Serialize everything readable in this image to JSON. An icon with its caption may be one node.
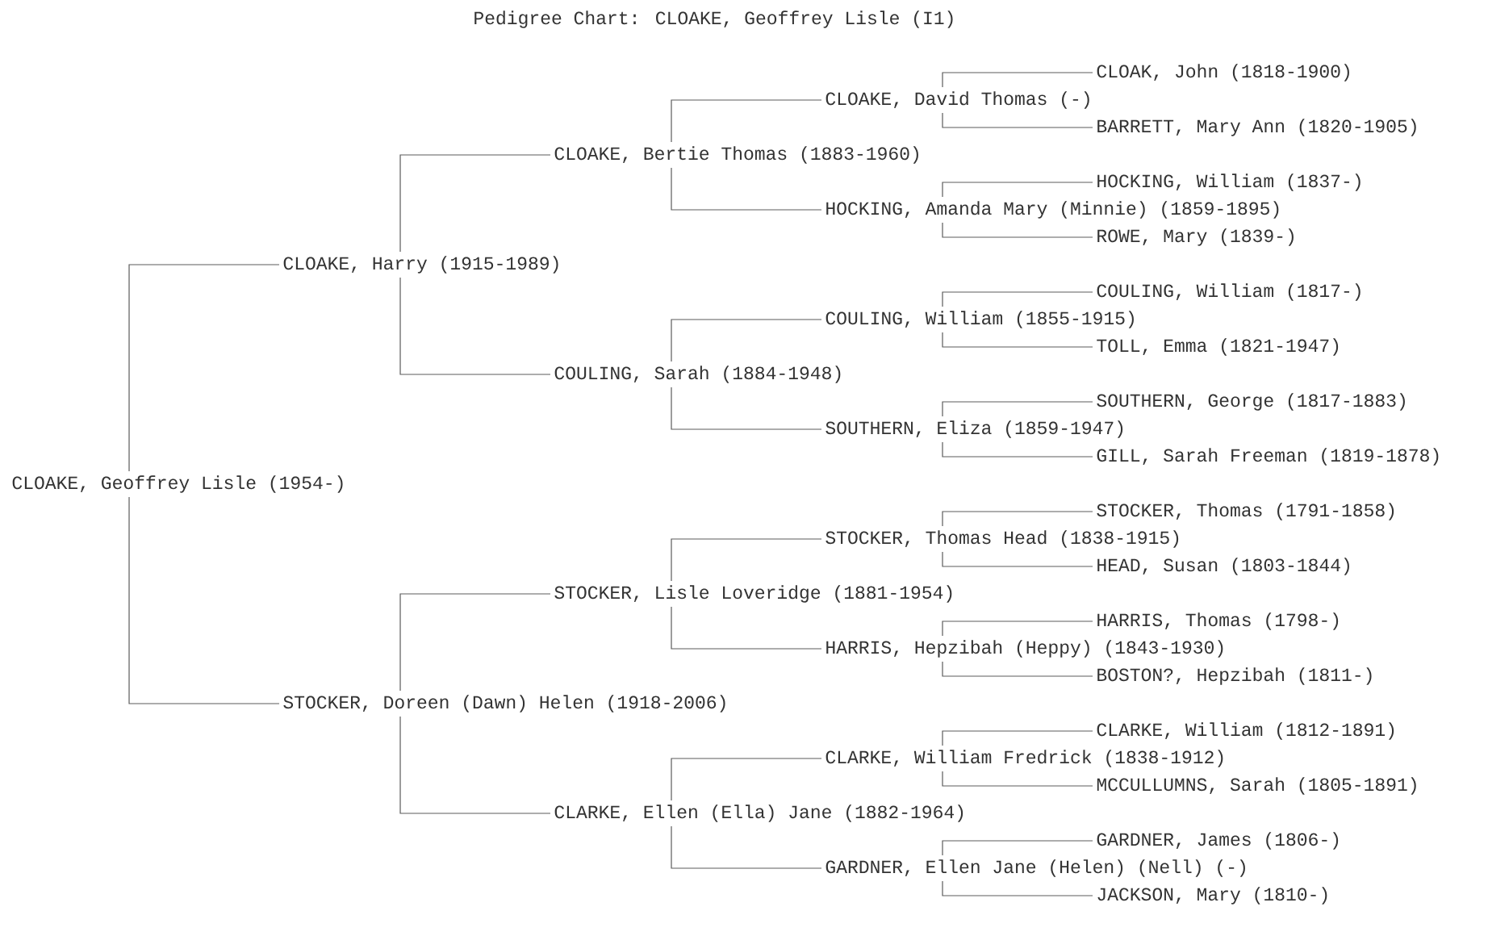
{
  "diagram": {
    "title": "Pedigree Chart: CLOAKE, Geoffrey Lisle (I1)",
    "nodes": [
      {
        "text": [
          "CLOAK, John (1818-1900)"
        ]
      },
      {
        "text": [
          "CLOAKE, David Thomas (-)"
        ]
      },
      {
        "text": [
          "BARRETT, Mary Ann (1820-1905)"
        ]
      },
      {
        "text": [
          "CLOAKE, Bertie Thomas (1883-1960)"
        ]
      },
      {
        "text": [
          "HOCKING, William (1837-)"
        ]
      },
      {
        "text": [
          "HOCKING, Amanda Mary (Minnie) (1859-1895)"
        ]
      },
      {
        "text": [
          "ROWE, Mary (1839-)"
        ]
      },
      {
        "text": [
          "CLOAKE, Harry (1915-1989)"
        ]
      },
      {
        "text": [
          "COULING, William (1817-)"
        ]
      },
      {
        "text": [
          "COULING, William (1855-1915)"
        ]
      },
      {
        "text": [
          "TOLL, Emma (1821-1947)"
        ]
      },
      {
        "text": [
          "COULING, Sarah (1884-1948)"
        ]
      },
      {
        "text": [
          "SOUTHERN, George (1817-1883)"
        ]
      },
      {
        "text": [
          "SOUTHERN, Eliza (1859-1947)"
        ]
      },
      {
        "text": [
          "GILL, Sarah Freeman (1819-1878)"
        ]
      },
      {
        "text": [
          "CLOAKE, Geoffrey Lisle (1954-)"
        ]
      },
      {
        "text": [
          "STOCKER, Thomas (1791-1858)"
        ]
      },
      {
        "text": [
          "STOCKER, Thomas Head (1838-1915)"
        ]
      },
      {
        "text": [
          "HEAD, Susan (1803-1844)"
        ]
      },
      {
        "text": [
          "STOCKER, Lisle Loveridge (1881-1954)"
        ]
      },
      {
        "text": [
          "HARRIS, Thomas (1798-)"
        ]
      },
      {
        "text": [
          "HARRIS, Hepzibah (Heppy) (1843-1930)"
        ]
      },
      {
        "text": [
          "BOSTON?, Hepzibah (1811-)"
        ]
      },
      {
        "text": [
          "STOCKER, Doreen (Dawn) Helen (1918-2006)"
        ]
      },
      {
        "text": [
          "CLARKE, William (1812-1891)"
        ]
      },
      {
        "text": [
          "CLARKE, William Fredrick (1838-1912)"
        ]
      },
      {
        "text": [
          "MCCULLUMNS, Sarah (1805-1891)"
        ]
      },
      {
        "text": [
          "CLARKE, Ellen (Ella) Jane (1882-1964)"
        ]
      },
      {
        "text": [
          "GARDNER, James (1806-)"
        ]
      },
      {
        "text": [
          "GARDNER, Ellen Jane (Helen) (Nell) (-)"
        ]
      },
      {
        "text": [
          "JACKSON, Mary (1810-)"
        ]
      }
    ],
    "edges": [
      {
        "from": 15,
        "to": 7,
        "arrow": "none"
      },
      {
        "from": 15,
        "to": 23,
        "arrow": "none"
      },
      {
        "from": 7,
        "to": 3,
        "arrow": "none"
      },
      {
        "from": 7,
        "to": 11,
        "arrow": "none"
      },
      {
        "from": 23,
        "to": 19,
        "arrow": "none"
      },
      {
        "from": 23,
        "to": 27,
        "arrow": "none"
      },
      {
        "from": 3,
        "to": 1,
        "arrow": "none"
      },
      {
        "from": 3,
        "to": 5,
        "arrow": "none"
      },
      {
        "from": 11,
        "to": 9,
        "arrow": "none"
      },
      {
        "from": 11,
        "to": 13,
        "arrow": "none"
      },
      {
        "from": 19,
        "to": 17,
        "arrow": "none"
      },
      {
        "from": 19,
        "to": 21,
        "arrow": "none"
      },
      {
        "from": 27,
        "to": 25,
        "arrow": "none"
      },
      {
        "from": 27,
        "to": 29,
        "arrow": "none"
      },
      {
        "from": 1,
        "to": 0,
        "arrow": "none"
      },
      {
        "from": 1,
        "to": 2,
        "arrow": "none"
      },
      {
        "from": 5,
        "to": 4,
        "arrow": "none"
      },
      {
        "from": 5,
        "to": 6,
        "arrow": "none"
      },
      {
        "from": 9,
        "to": 8,
        "arrow": "none"
      },
      {
        "from": 9,
        "to": 10,
        "arrow": "none"
      },
      {
        "from": 13,
        "to": 12,
        "arrow": "none"
      },
      {
        "from": 13,
        "to": 14,
        "arrow": "none"
      },
      {
        "from": 17,
        "to": 16,
        "arrow": "none"
      },
      {
        "from": 17,
        "to": 18,
        "arrow": "none"
      },
      {
        "from": 21,
        "to": 20,
        "arrow": "none"
      },
      {
        "from": 21,
        "to": 22,
        "arrow": "none"
      },
      {
        "from": 25,
        "to": 24,
        "arrow": "none"
      },
      {
        "from": 25,
        "to": 26,
        "arrow": "none"
      },
      {
        "from": 29,
        "to": 28,
        "arrow": "none"
      },
      {
        "from": 29,
        "to": 30,
        "arrow": "none"
      }
    ]
  }
}
